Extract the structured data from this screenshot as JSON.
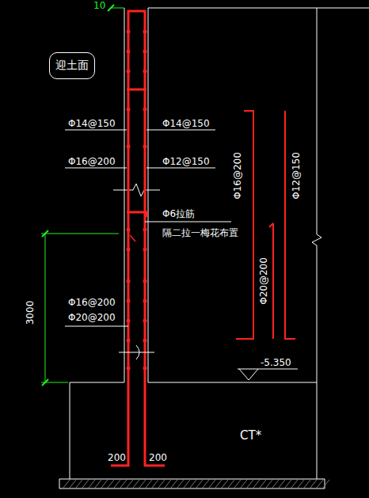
{
  "diagram": {
    "nodes": [
      {
        "text": [
          "迎土面"
        ]
      }
    ],
    "labels": [
      "10",
      "Φ14@150",
      "Φ14@150",
      "Φ16@200",
      "Φ12@150",
      "Φ6拉筋",
      "隔二拉一梅花布置",
      "3000",
      "Φ16@200",
      "Φ20@200",
      "Φ16@200",
      "Φ12@150",
      "Φ20@200",
      "-5.350",
      "CT*",
      "200",
      "200"
    ]
  }
}
